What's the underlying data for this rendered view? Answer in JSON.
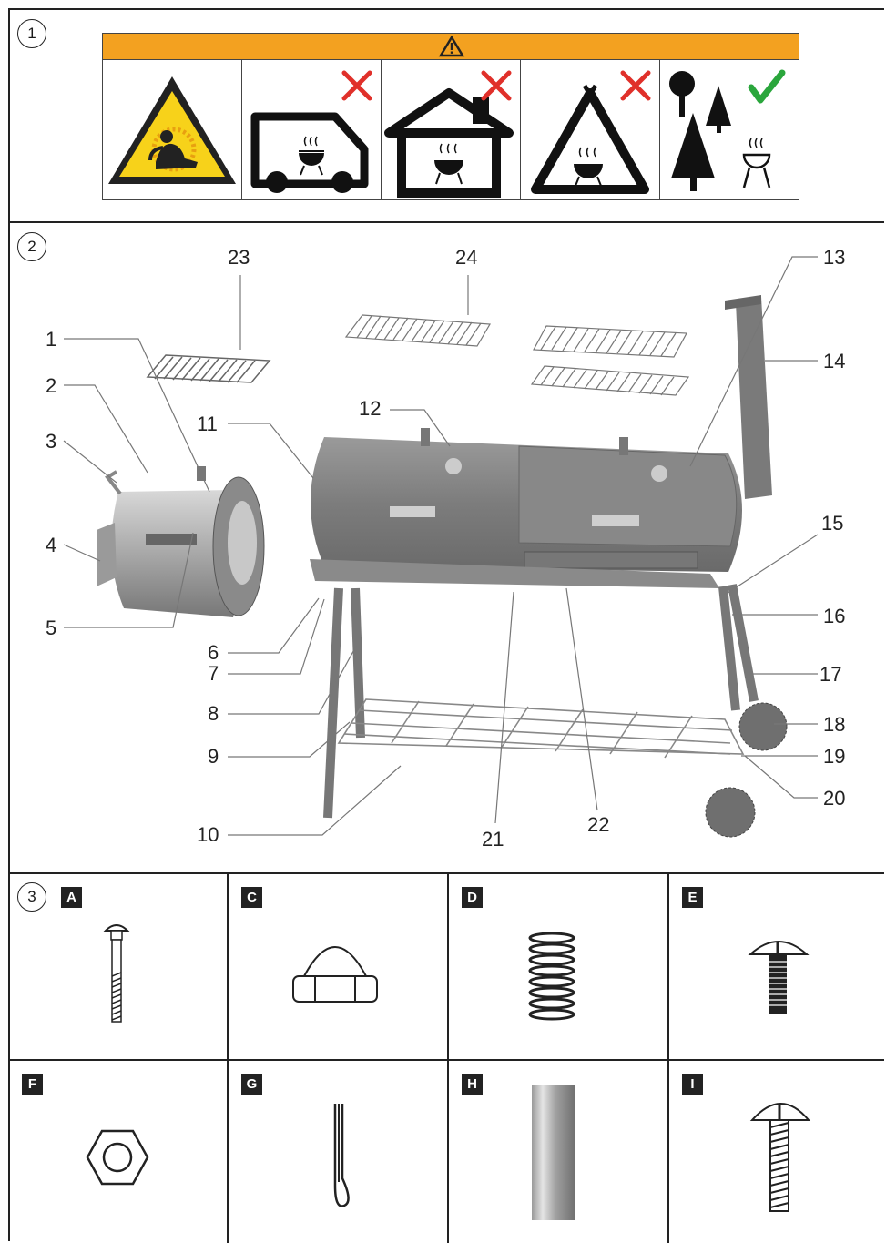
{
  "sections": {
    "one": "1",
    "two": "2",
    "three": "3"
  },
  "callouts": [
    "1",
    "2",
    "3",
    "4",
    "5",
    "6",
    "7",
    "8",
    "9",
    "10",
    "11",
    "12",
    "13",
    "14",
    "15",
    "16",
    "17",
    "18",
    "19",
    "20",
    "21",
    "22",
    "23",
    "24"
  ],
  "parts": [
    {
      "letter": "A",
      "icon": "carriage-bolt-icon"
    },
    {
      "letter": "C",
      "icon": "cap-nut-icon"
    },
    {
      "letter": "D",
      "icon": "spring-icon"
    },
    {
      "letter": "E",
      "icon": "screw-icon"
    },
    {
      "letter": "F",
      "icon": "hex-nut-icon"
    },
    {
      "letter": "G",
      "icon": "cotter-pin-icon"
    },
    {
      "letter": "H",
      "icon": "tube-icon"
    },
    {
      "letter": "I",
      "icon": "long-screw-icon"
    }
  ],
  "warning": {
    "icons": [
      "burn-hazard-icon",
      "no-vehicle-icon",
      "no-indoor-icon",
      "no-tent-icon",
      "outdoor-ok-icon"
    ],
    "colors": {
      "strip": "#f3a120",
      "cross": "#e0302a",
      "check": "#2aa63c",
      "hazard": "#f7d21a"
    }
  }
}
